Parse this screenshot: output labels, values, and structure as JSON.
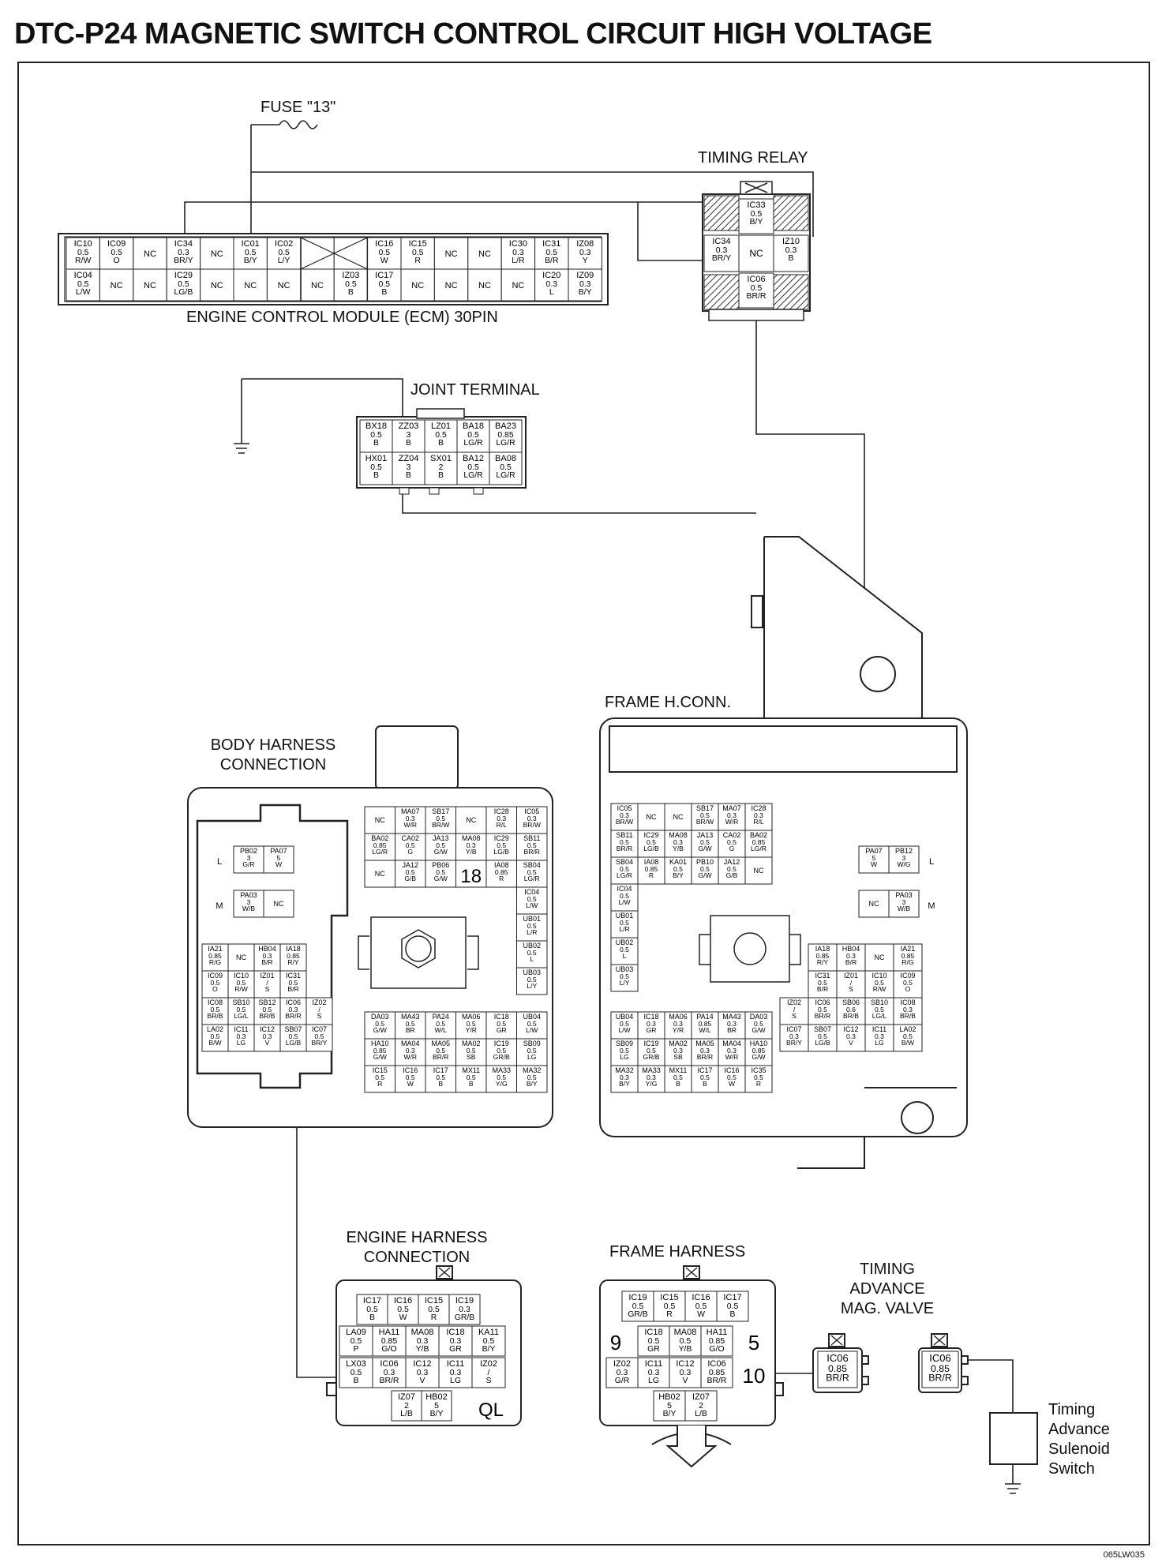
{
  "title": "DTC-P24 MAGNETIC SWITCH CONTROL CIRCUIT HIGH VOLTAGE",
  "labels": {
    "fuse": "FUSE \"13\"",
    "timing_relay": "TIMING RELAY",
    "ecm": "ENGINE CONTROL MODULE (ECM) 30PIN",
    "joint_terminal": "JOINT TERMINAL",
    "frame_hconn": "FRAME H.CONN.",
    "body_harness_line1": "BODY HARNESS",
    "body_harness_line2": "CONNECTION",
    "engine_harness_line1": "ENGINE HARNESS",
    "engine_harness_line2": "CONNECTION",
    "frame_harness": "FRAME HARNESS",
    "tav_line1": "TIMING",
    "tav_line2": "ADVANCE",
    "tav_line3": "MAG. VALVE",
    "switch_line1": "Timing",
    "switch_line2": "Advance",
    "switch_line3": "Sulenoid",
    "switch_line4": "Switch",
    "figure_code": "065LW035"
  },
  "ecm_connector": {
    "top_row": [
      {
        "pin": "IC10",
        "size": "0.5",
        "color": "R/W"
      },
      {
        "pin": "IC09",
        "size": "0.5",
        "color": "O"
      },
      {
        "pin": "NC",
        "size": "",
        "color": ""
      },
      {
        "pin": "IC34",
        "size": "0.3",
        "color": "BR/Y"
      },
      {
        "pin": "NC",
        "size": "",
        "color": ""
      },
      {
        "pin": "IC01",
        "size": "0.5",
        "color": "B/Y"
      },
      {
        "pin": "IC02",
        "size": "0.5",
        "color": "L/Y"
      },
      {
        "pin": "X",
        "size": "",
        "color": ""
      },
      {
        "pin": "X",
        "size": "",
        "color": ""
      },
      {
        "pin": "IC16",
        "size": "0.5",
        "color": "W"
      },
      {
        "pin": "IC15",
        "size": "0.5",
        "color": "R"
      },
      {
        "pin": "NC",
        "size": "",
        "color": ""
      },
      {
        "pin": "NC",
        "size": "",
        "color": ""
      },
      {
        "pin": "IC30",
        "size": "0.3",
        "color": "L/R"
      },
      {
        "pin": "IC31",
        "size": "0.5",
        "color": "B/R"
      },
      {
        "pin": "IZ08",
        "size": "0.3",
        "color": "Y"
      }
    ],
    "bottom_row": [
      {
        "pin": "IC04",
        "size": "0.5",
        "color": "L/W"
      },
      {
        "pin": "NC",
        "size": "",
        "color": ""
      },
      {
        "pin": "NC",
        "size": "",
        "color": ""
      },
      {
        "pin": "IC29",
        "size": "0.5",
        "color": "LG/B"
      },
      {
        "pin": "NC",
        "size": "",
        "color": ""
      },
      {
        "pin": "NC",
        "size": "",
        "color": ""
      },
      {
        "pin": "NC",
        "size": "",
        "color": ""
      },
      {
        "pin": "NC",
        "size": "",
        "color": ""
      },
      {
        "pin": "IZ03",
        "size": "0.5",
        "color": "B"
      },
      {
        "pin": "IC17",
        "size": "0.5",
        "color": "B"
      },
      {
        "pin": "NC",
        "size": "",
        "color": ""
      },
      {
        "pin": "NC",
        "size": "",
        "color": ""
      },
      {
        "pin": "NC",
        "size": "",
        "color": ""
      },
      {
        "pin": "NC",
        "size": "",
        "color": ""
      },
      {
        "pin": "IC20",
        "size": "0.3",
        "color": "L"
      },
      {
        "pin": "IZ09",
        "size": "0.3",
        "color": "B/Y"
      }
    ]
  },
  "timing_relay": {
    "top": {
      "pin": "IC33",
      "size": "0.5",
      "color": "B/Y"
    },
    "left": {
      "pin": "IC34",
      "size": "0.3",
      "color": "BR/Y"
    },
    "center": {
      "pin": "NC"
    },
    "right": {
      "pin": "IZ10",
      "size": "0.3",
      "color": "B"
    },
    "bottom": {
      "pin": "IC06",
      "size": "0.5",
      "color": "BR/R"
    }
  },
  "joint_terminal": {
    "top_row": [
      {
        "pin": "BX18",
        "size": "0.5",
        "color": "B"
      },
      {
        "pin": "ZZ03",
        "size": "3",
        "color": "B"
      },
      {
        "pin": "LZ01",
        "size": "0.5",
        "color": "B"
      },
      {
        "pin": "BA18",
        "size": "0.5",
        "color": "LG/R"
      },
      {
        "pin": "BA23",
        "size": "0.85",
        "color": "LG/R"
      }
    ],
    "bottom_row": [
      {
        "pin": "HX01",
        "size": "0.5",
        "color": "B"
      },
      {
        "pin": "ZZ04",
        "size": "3",
        "color": "B"
      },
      {
        "pin": "SX01",
        "size": "2",
        "color": "B"
      },
      {
        "pin": "BA12",
        "size": "0.5",
        "color": "LG/R"
      },
      {
        "pin": "BA08",
        "size": "0.5",
        "color": "LG/R"
      }
    ]
  },
  "body_harness": {
    "top_grid": [
      [
        {
          "p": "NC",
          "s": "",
          "c": ""
        },
        {
          "p": "MA07",
          "s": "0.3",
          "c": "W/R"
        },
        {
          "p": "SB17",
          "s": "0.5",
          "c": "BR/W"
        },
        {
          "p": "NC",
          "s": "",
          "c": ""
        },
        {
          "p": "IC28",
          "s": "0.3",
          "c": "R/L"
        },
        {
          "p": "IC05",
          "s": "0.3",
          "c": "BR/W"
        }
      ],
      [
        {
          "p": "BA02",
          "s": "0.85",
          "c": "LG/R"
        },
        {
          "p": "CA02",
          "s": "0.5",
          "c": "G"
        },
        {
          "p": "JA13",
          "s": "0.5",
          "c": "G/W"
        },
        {
          "p": "MA08",
          "s": "0.3",
          "c": "Y/B"
        },
        {
          "p": "IC29",
          "s": "0.5",
          "c": "LG/B"
        },
        {
          "p": "SB11",
          "s": "0.5",
          "c": "BR/R"
        }
      ],
      [
        {
          "p": "NC",
          "s": "",
          "c": ""
        },
        {
          "p": "JA12",
          "s": "0.5",
          "c": "G/B"
        },
        {
          "p": "PB06",
          "s": "0.5",
          "c": "G/W"
        },
        {
          "p": "18",
          "s": "",
          "c": ""
        },
        {
          "p": "IA08",
          "s": "0.85",
          "c": "R"
        },
        {
          "p": "SB04",
          "s": "0.5",
          "c": "LG/R"
        }
      ]
    ],
    "right_col": [
      {
        "p": "IC04",
        "s": "0.5",
        "c": "L/W"
      },
      {
        "p": "UB01",
        "s": "0.5",
        "c": "L/R"
      },
      {
        "p": "UB02",
        "s": "0.5",
        "c": "L"
      },
      {
        "p": "UB03",
        "s": "0.5",
        "c": "L/Y"
      }
    ],
    "l_block": [
      {
        "p": "PB02",
        "s": "3",
        "c": "G/R"
      },
      {
        "p": "PA07",
        "s": "5",
        "c": "W"
      }
    ],
    "m_block": [
      {
        "p": "PA03",
        "s": "3",
        "c": "W/B"
      },
      {
        "p": "NC",
        "s": "",
        "c": ""
      }
    ],
    "l_label": "L",
    "m_label": "M",
    "left_grid": [
      [
        {
          "p": "IA21",
          "s": "0.85",
          "c": "R/G"
        },
        {
          "p": "NC",
          "s": "",
          "c": ""
        },
        {
          "p": "HB04",
          "s": "0.3",
          "c": "B/R"
        },
        {
          "p": "IA18",
          "s": "0.85",
          "c": "R/Y"
        }
      ],
      [
        {
          "p": "IC09",
          "s": "0.5",
          "c": "O"
        },
        {
          "p": "IC10",
          "s": "0.5",
          "c": "R/W"
        },
        {
          "p": "IZ01",
          "s": "/",
          "c": "S"
        },
        {
          "p": "IC31",
          "s": "0.5",
          "c": "B/R"
        }
      ],
      [
        {
          "p": "IC08",
          "s": "0.5",
          "c": "BR/B"
        },
        {
          "p": "SB10",
          "s": "0.5",
          "c": "LG/L"
        },
        {
          "p": "SB12",
          "s": "0.5",
          "c": "BR/B"
        },
        {
          "p": "IC06",
          "s": "0.3",
          "c": "BR/R"
        },
        {
          "p": "IZ02",
          "s": "/",
          "c": "S"
        }
      ],
      [
        {
          "p": "LA02",
          "s": "0.5",
          "c": "B/W"
        },
        {
          "p": "IC11",
          "s": "0.3",
          "c": "LG"
        },
        {
          "p": "IC12",
          "s": "0.3",
          "c": "V"
        },
        {
          "p": "SB07",
          "s": "0.5",
          "c": "LG/B"
        },
        {
          "p": "IC07",
          "s": "0.5",
          "c": "BR/Y"
        }
      ]
    ],
    "bottom_grid": [
      [
        {
          "p": "DA03",
          "s": "0.5",
          "c": "G/W"
        },
        {
          "p": "MA43",
          "s": "0.5",
          "c": "BR"
        },
        {
          "p": "PA24",
          "s": "0.5",
          "c": "W/L"
        },
        {
          "p": "MA06",
          "s": "0.5",
          "c": "Y/R"
        },
        {
          "p": "IC18",
          "s": "0.5",
          "c": "GR"
        },
        {
          "p": "UB04",
          "s": "0.5",
          "c": "L/W"
        }
      ],
      [
        {
          "p": "HA10",
          "s": "0.85",
          "c": "G/W"
        },
        {
          "p": "MA04",
          "s": "0.3",
          "c": "W/R"
        },
        {
          "p": "MA05",
          "s": "0.5",
          "c": "BR/R"
        },
        {
          "p": "MA02",
          "s": "0.5",
          "c": "SB"
        },
        {
          "p": "IC19",
          "s": "0.5",
          "c": "GR/B"
        },
        {
          "p": "SB09",
          "s": "0.5",
          "c": "LG"
        }
      ],
      [
        {
          "p": "IC15",
          "s": "0.5",
          "c": "R"
        },
        {
          "p": "IC16",
          "s": "0.5",
          "c": "W"
        },
        {
          "p": "IC17",
          "s": "0.5",
          "c": "B"
        },
        {
          "p": "MX11",
          "s": "0.5",
          "c": "B"
        },
        {
          "p": "MA33",
          "s": "0.5",
          "c": "Y/G"
        },
        {
          "p": "MA32",
          "s": "0.5",
          "c": "B/Y"
        }
      ]
    ]
  },
  "frame_hconn": {
    "top_grid": [
      [
        {
          "p": "IC05",
          "s": "0.3",
          "c": "BR/W"
        },
        {
          "p": "NC",
          "s": "",
          "c": ""
        },
        {
          "p": "NC",
          "s": "",
          "c": ""
        },
        {
          "p": "SB17",
          "s": "0.5",
          "c": "BR/W"
        },
        {
          "p": "MA07",
          "s": "0.3",
          "c": "W/R"
        },
        {
          "p": "IC28",
          "s": "0.3",
          "c": "R/L"
        }
      ],
      [
        {
          "p": "SB11",
          "s": "0.5",
          "c": "BR/R"
        },
        {
          "p": "IC29",
          "s": "0.5",
          "c": "LG/B"
        },
        {
          "p": "MA08",
          "s": "0.3",
          "c": "Y/B"
        },
        {
          "p": "JA13",
          "s": "0.5",
          "c": "G/W"
        },
        {
          "p": "CA02",
          "s": "0.5",
          "c": "G"
        },
        {
          "p": "BA02",
          "s": "0.85",
          "c": "LG/R"
        }
      ],
      [
        {
          "p": "SB04",
          "s": "0.5",
          "c": "LG/R"
        },
        {
          "p": "IA08",
          "s": "0.85",
          "c": "R"
        },
        {
          "p": "KA01",
          "s": "0.5",
          "c": "B/Y"
        },
        {
          "p": "PB10",
          "s": "0.5",
          "c": "G/W"
        },
        {
          "p": "JA12",
          "s": "0.5",
          "c": "G/B"
        },
        {
          "p": "NC",
          "s": "",
          "c": ""
        }
      ]
    ],
    "left_col": [
      {
        "p": "IC04",
        "s": "0.5",
        "c": "L/W"
      },
      {
        "p": "UB01",
        "s": "0.5",
        "c": "L/R"
      },
      {
        "p": "UB02",
        "s": "0.5",
        "c": "L"
      },
      {
        "p": "UB03",
        "s": "0.5",
        "c": "L/Y"
      }
    ],
    "l_block": [
      {
        "p": "PA07",
        "s": "5",
        "c": "W"
      },
      {
        "p": "PB12",
        "s": "3",
        "c": "W/G"
      }
    ],
    "m_block": [
      {
        "p": "NC",
        "s": "",
        "c": ""
      },
      {
        "p": "PA03",
        "s": "3",
        "c": "W/B"
      }
    ],
    "l_label": "L",
    "m_label": "M",
    "right_grid": [
      [
        {
          "p": "IA18",
          "s": "0.85",
          "c": "R/Y"
        },
        {
          "p": "HB04",
          "s": "0.3",
          "c": "B/R"
        },
        {
          "p": "NC",
          "s": "",
          "c": ""
        },
        {
          "p": "IA21",
          "s": "0.85",
          "c": "R/G"
        }
      ],
      [
        {
          "p": "IC31",
          "s": "0.5",
          "c": "B/R"
        },
        {
          "p": "IZ01",
          "s": "/",
          "c": "S"
        },
        {
          "p": "IC10",
          "s": "0.5",
          "c": "R/W"
        },
        {
          "p": "IC09",
          "s": "0.5",
          "c": "O"
        }
      ],
      [
        {
          "p": "IZ02",
          "s": "/",
          "c": "S"
        },
        {
          "p": "IC06",
          "s": "0.5",
          "c": "BR/R"
        },
        {
          "p": "SB06",
          "s": "0.6",
          "c": "BR/B"
        },
        {
          "p": "SB10",
          "s": "0.5",
          "c": "LG/L"
        },
        {
          "p": "IC08",
          "s": "0.3",
          "c": "BR/B"
        }
      ],
      [
        {
          "p": "IC07",
          "s": "0.3",
          "c": "BR/Y"
        },
        {
          "p": "SB07",
          "s": "0.5",
          "c": "LG/B"
        },
        {
          "p": "IC12",
          "s": "0.3",
          "c": "V"
        },
        {
          "p": "IC11",
          "s": "0.3",
          "c": "LG"
        },
        {
          "p": "LA02",
          "s": "0.5",
          "c": "B/W"
        }
      ]
    ],
    "bottom_grid": [
      [
        {
          "p": "UB04",
          "s": "0.5",
          "c": "L/W"
        },
        {
          "p": "IC18",
          "s": "0.3",
          "c": "GR"
        },
        {
          "p": "MA06",
          "s": "0.3",
          "c": "Y/R"
        },
        {
          "p": "PA14",
          "s": "0.85",
          "c": "W/L"
        },
        {
          "p": "MA43",
          "s": "0.3",
          "c": "BR"
        },
        {
          "p": "DA03",
          "s": "0.5",
          "c": "G/W"
        }
      ],
      [
        {
          "p": "SB09",
          "s": "0.5",
          "c": "LG"
        },
        {
          "p": "IC19",
          "s": "0.5",
          "c": "GR/B"
        },
        {
          "p": "MA02",
          "s": "0.3",
          "c": "SB"
        },
        {
          "p": "MA05",
          "s": "0.3",
          "c": "BR/R"
        },
        {
          "p": "MA04",
          "s": "0.3",
          "c": "W/R"
        },
        {
          "p": "HA10",
          "s": "0.85",
          "c": "G/W"
        }
      ],
      [
        {
          "p": "MA32",
          "s": "0.3",
          "c": "B/Y"
        },
        {
          "p": "MA33",
          "s": "0.3",
          "c": "Y/G"
        },
        {
          "p": "MX11",
          "s": "0.5",
          "c": "B"
        },
        {
          "p": "IC17",
          "s": "0.5",
          "c": "B"
        },
        {
          "p": "IC16",
          "s": "0.5",
          "c": "W"
        },
        {
          "p": "IC35",
          "s": "0.5",
          "c": "R"
        }
      ]
    ]
  },
  "engine_harness": {
    "rows": [
      [
        {
          "p": "IC17",
          "s": "0.5",
          "c": "B"
        },
        {
          "p": "IC16",
          "s": "0.5",
          "c": "W"
        },
        {
          "p": "IC15",
          "s": "0.5",
          "c": "R"
        },
        {
          "p": "IC19",
          "s": "0.3",
          "c": "GR/B"
        }
      ],
      [
        {
          "p": "LA09",
          "s": "0.5",
          "c": "P"
        },
        {
          "p": "HA11",
          "s": "0.85",
          "c": "G/O"
        },
        {
          "p": "MA08",
          "s": "0.3",
          "c": "Y/B"
        },
        {
          "p": "IC18",
          "s": "0.3",
          "c": "GR"
        },
        {
          "p": "KA11",
          "s": "0.5",
          "c": "B/Y"
        }
      ],
      [
        {
          "p": "LX03",
          "s": "0.5",
          "c": "B"
        },
        {
          "p": "IC06",
          "s": "0.3",
          "c": "BR/R"
        },
        {
          "p": "IC12",
          "s": "0.3",
          "c": "V"
        },
        {
          "p": "IC11",
          "s": "0.3",
          "c": "LG"
        },
        {
          "p": "IZ02",
          "s": "/",
          "c": "S"
        }
      ],
      [
        {
          "p": "IZ07",
          "s": "2",
          "c": "L/B"
        },
        {
          "p": "HB02",
          "s": "5",
          "c": "B/Y"
        }
      ]
    ],
    "tag": "QL"
  },
  "frame_harness": {
    "top_row": [
      {
        "p": "IC19",
        "s": "0.5",
        "c": "GR/B"
      },
      {
        "p": "IC15",
        "s": "0.5",
        "c": "R"
      },
      {
        "p": "IC16",
        "s": "0.5",
        "c": "W"
      },
      {
        "p": "IC17",
        "s": "0.5",
        "c": "B"
      }
    ],
    "mid_row": [
      {
        "p": "IC18",
        "s": "0.5",
        "c": "GR"
      },
      {
        "p": "MA08",
        "s": "0.5",
        "c": "Y/B"
      },
      {
        "p": "HA11",
        "s": "0.85",
        "c": "G/O"
      }
    ],
    "low_row": [
      {
        "p": "IZ02",
        "s": "0.3",
        "c": "G/R"
      },
      {
        "p": "IC11",
        "s": "0.3",
        "c": "LG"
      },
      {
        "p": "IC12",
        "s": "0.3",
        "c": "V"
      },
      {
        "p": "IC06",
        "s": "0.85",
        "c": "BR/R"
      }
    ],
    "bottom_row": [
      {
        "p": "HB02",
        "s": "5",
        "c": "B/Y"
      },
      {
        "p": "IZ07",
        "s": "2",
        "c": "L/B"
      }
    ],
    "num_left": "9",
    "num_right": "5",
    "num_ten": "10"
  },
  "tav_valve": {
    "p": "IC06",
    "s": "0.85",
    "c": "BR/R"
  },
  "switch_conn": {
    "p": "IC06",
    "s": "0.85",
    "c": "BR/R"
  }
}
